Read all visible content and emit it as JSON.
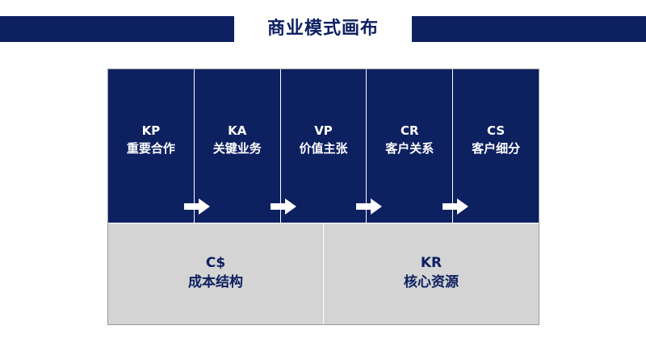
{
  "header": {
    "title": "商业模式画布"
  },
  "top_blocks": [
    {
      "code": "KP",
      "label": "重要合作"
    },
    {
      "code": "KA",
      "label": "关键业务"
    },
    {
      "code": "VP",
      "label": "价值主张"
    },
    {
      "code": "CR",
      "label": "客户关系"
    },
    {
      "code": "CS",
      "label": "客户细分"
    }
  ],
  "bottom_blocks": [
    {
      "code": "C$",
      "label": "成本结构"
    },
    {
      "code": "KR",
      "label": "核心资源"
    }
  ],
  "colors": {
    "navy": "#0d2060",
    "gray": "#d4d4d4",
    "white": "#ffffff"
  }
}
